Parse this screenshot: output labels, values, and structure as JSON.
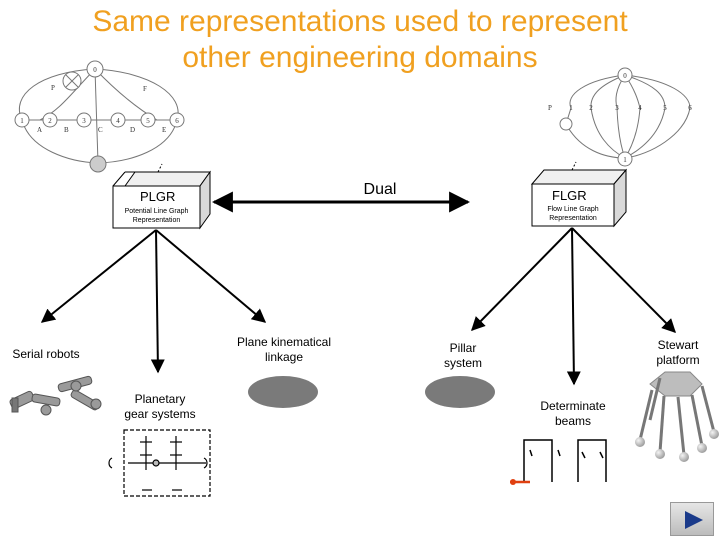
{
  "slide": {
    "title_line1": "Same representations used to represent",
    "title_line2": "other engineering domains",
    "title_color": "#f0a020"
  },
  "dual_label": "Dual",
  "plgr": {
    "title": "PLGR",
    "subtitle_line1": "Potential Line Graph",
    "subtitle_line2": "Representation"
  },
  "flgr": {
    "title": "FLGR",
    "subtitle_line1": "Flow Line Graph",
    "subtitle_line2": "Representation"
  },
  "domains": {
    "serial_robots": "Serial robots",
    "planetary_line1": "Planetary",
    "planetary_line2": "gear systems",
    "plane_line1": "Plane kinematical",
    "plane_line2": "linkage",
    "pillar_line1": "Pillar",
    "pillar_line2": "system",
    "beams_line1": "Determinate",
    "beams_line2": "beams",
    "stewart_line1": "Stewart",
    "stewart_line2": "platform"
  },
  "graph_left": {
    "top": "0",
    "p": "P",
    "f": "F",
    "nodes": [
      "1",
      "2",
      "3",
      "4",
      "5",
      "6"
    ],
    "letters": [
      "A",
      "B",
      "C",
      "D",
      "E"
    ]
  },
  "graph_right": {
    "top": "0",
    "bottom": "1",
    "p": "P",
    "nodes": [
      "1",
      "2",
      "3",
      "4",
      "5",
      "6"
    ]
  },
  "icons": {
    "next": "next-slide-arrow-icon"
  }
}
